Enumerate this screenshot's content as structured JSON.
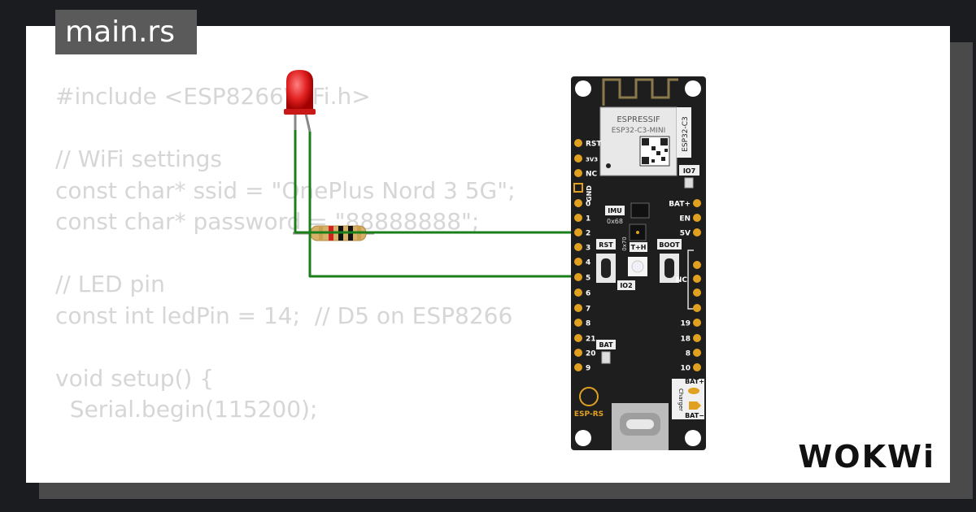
{
  "editor": {
    "filename": "main.rs",
    "code_lines": [
      "#include <ESP8266WiFi.h>",
      "",
      "// WiFi settings",
      "const char* ssid = \"OnePlus Nord 3 5G\";",
      "const char* password = \"88888888\";",
      "",
      "// LED pin",
      "const int ledPin = 14;  // D5 on ESP8266",
      "",
      "void setup() {",
      "  Serial.begin(115200);"
    ]
  },
  "board": {
    "brand": "ESPRESSIF",
    "module": "ESP32-C3-MINI",
    "side_label": "ESP32-C3",
    "io7": "IO7",
    "imu": "IMU",
    "imu_addr": "0x68",
    "temp_addr": "0x70",
    "th": "T+H",
    "rst": "RST",
    "boot": "BOOT",
    "io2": "IO2",
    "bat": "BAT",
    "charger": "Charger",
    "bat_plus": "BAT+",
    "bat_minus": "BAT−",
    "gnd": "GND",
    "nc": "NC",
    "esp_rs": "ESP-RS",
    "left_pins": [
      "RST",
      "3V3",
      "NC",
      "0",
      "1",
      "2",
      "3",
      "4",
      "5",
      "6",
      "7",
      "8",
      "21",
      "20",
      "9"
    ],
    "right_pins": [
      "BAT+",
      "EN",
      "5V",
      "19",
      "18",
      "8",
      "10"
    ]
  },
  "brand_logo": "WOKWi",
  "colors": {
    "wire": "#1a7f1a",
    "led": "#e02020",
    "board": "#1e1e1e"
  }
}
